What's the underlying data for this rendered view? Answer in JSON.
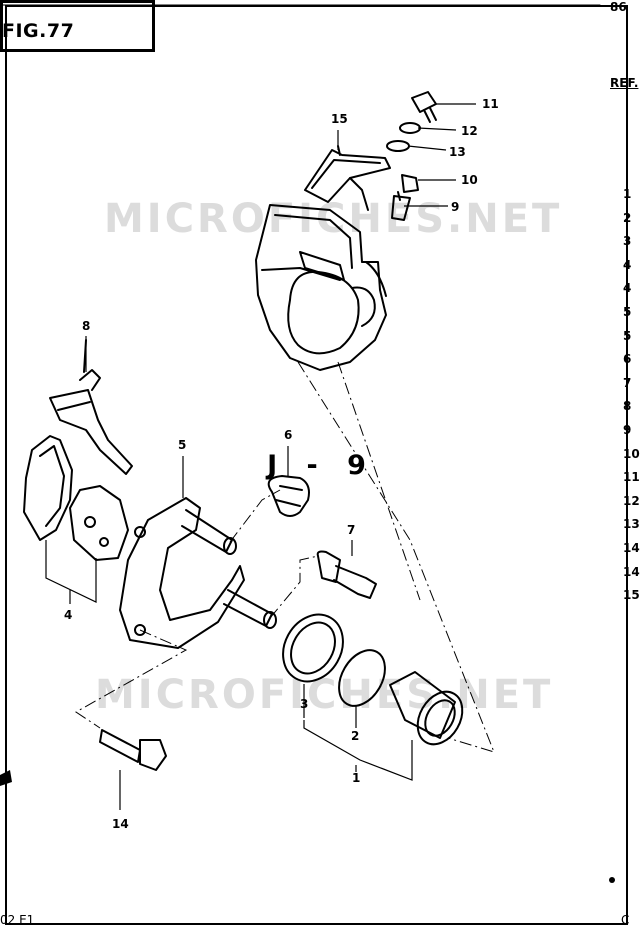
{
  "figure": {
    "title": "FIG.77",
    "page_id": "J - 9",
    "top_right_fragment": "86",
    "ref_header_fragment": "REF.",
    "footer_left": "02 E1",
    "footer_right": "C"
  },
  "watermark": "MICROFICHES.NET",
  "ref_column_fragment": [
    "1",
    "2",
    "3",
    "4",
    "4",
    "5",
    "5",
    "6",
    "7",
    "8",
    "9",
    "10",
    "11",
    "12",
    "13",
    "14",
    "14",
    "15"
  ],
  "callouts": {
    "c1": "1",
    "c2": "2",
    "c3": "3",
    "c4": "4",
    "c5": "5",
    "c6": "6",
    "c7": "7",
    "c8": "8",
    "c9": "9",
    "c10": "10",
    "c11": "11",
    "c12": "12",
    "c13": "13",
    "c14": "14",
    "c15": "15"
  }
}
